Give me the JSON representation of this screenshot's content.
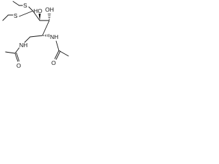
{
  "molecule": {
    "atoms": {
      "s_upper": "S",
      "s_lower": "S",
      "oh_upper": "OH",
      "oh_lower": "HO",
      "nh_right": "NH",
      "nh_left": "NH",
      "o_left": "O",
      "o_right": "O"
    },
    "colors": {
      "ink": "#111111",
      "background": "#ffffff"
    }
  }
}
